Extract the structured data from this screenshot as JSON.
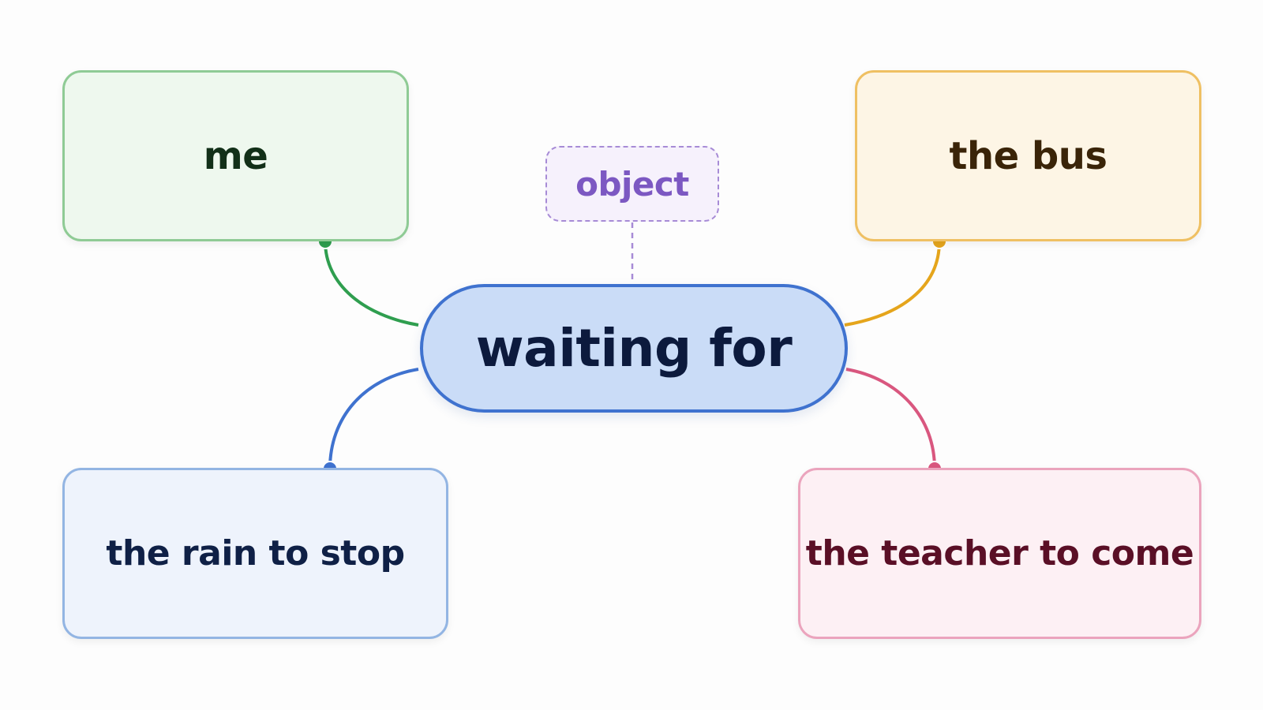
{
  "diagram": {
    "center": {
      "label": "waiting for"
    },
    "role_tag": {
      "label": "object"
    },
    "objects": [
      {
        "id": "me",
        "label": "me",
        "color": "#2f9e4f"
      },
      {
        "id": "bus",
        "label": "the bus",
        "color": "#e5a51c"
      },
      {
        "id": "rain",
        "label": "the rain to stop",
        "color": "#3f72cf"
      },
      {
        "id": "teacher",
        "label": "the teacher to come",
        "color": "#d9577f"
      }
    ],
    "colors": {
      "center_fill": "#cadcf7",
      "center_border": "#3f72cf",
      "tag_border": "#a78bd6",
      "tag_text": "#7c58c2"
    }
  }
}
